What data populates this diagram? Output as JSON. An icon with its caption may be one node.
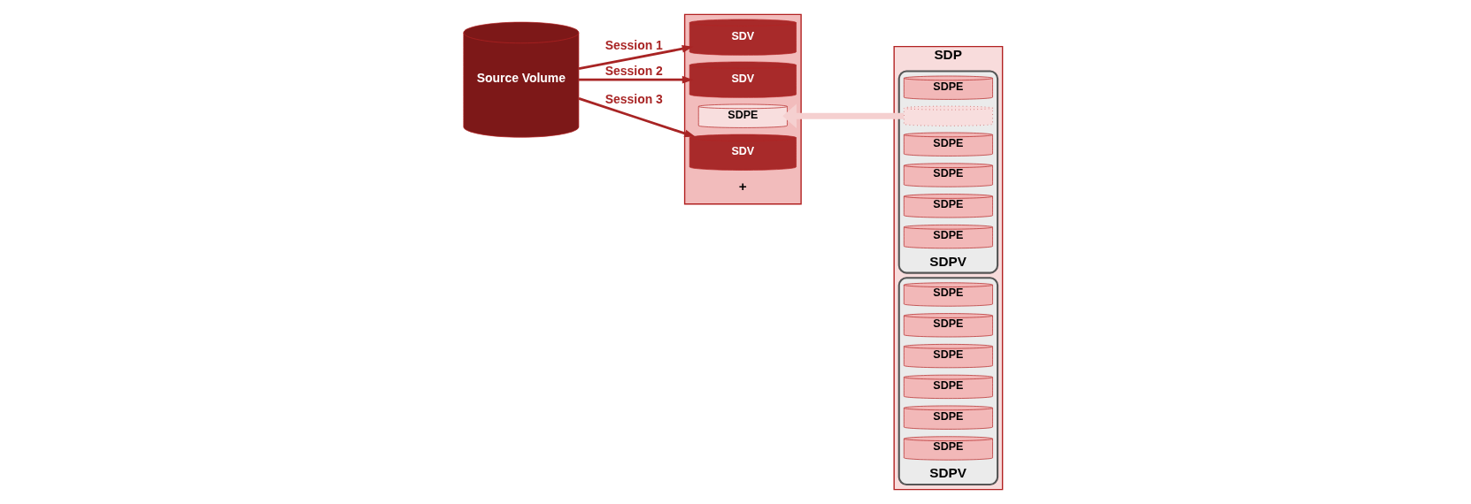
{
  "diagram": {
    "nodes": [
      {
        "text": [
          "Source Volume"
        ]
      },
      {
        "text": [],
        "shape": "box"
      },
      {
        "text": [
          "SDV"
        ],
        "in": 1
      },
      {
        "text": [
          "SDV"
        ],
        "in": 1
      },
      {
        "text": [
          "SDPE"
        ],
        "in": 1
      },
      {
        "text": [
          "SDV"
        ],
        "in": 1
      },
      {
        "text": [
          "SDP"
        ]
      },
      {
        "text": [
          "SDPV"
        ],
        "in": 6
      },
      {
        "text": [
          "SDPE"
        ],
        "in": 7
      },
      {
        "text": [],
        "shape": "cylinder",
        "in": 7
      },
      {
        "text": [
          "SDPE"
        ],
        "in": 7
      },
      {
        "text": [
          "SDPE"
        ],
        "in": 7
      },
      {
        "text": [
          "SDPE"
        ],
        "in": 7
      },
      {
        "text": [
          "SDPE"
        ],
        "in": 7
      },
      {
        "text": [
          "SDPV"
        ],
        "in": 6
      },
      {
        "text": [
          "SDPE"
        ],
        "in": 14
      },
      {
        "text": [
          "SDPE"
        ],
        "in": 14
      },
      {
        "text": [
          "SDPE"
        ],
        "in": 14
      },
      {
        "text": [
          "SDPE"
        ],
        "in": 14
      },
      {
        "text": [
          "SDPE"
        ],
        "in": 14
      },
      {
        "text": [
          "SDPE"
        ],
        "in": 14
      }
    ],
    "edges": [
      {
        "from": 0,
        "to": 2,
        "arrow": "to",
        "label": "Session 1"
      },
      {
        "from": 0,
        "to": 3,
        "arrow": "to",
        "label": "Session 2"
      },
      {
        "from": 0,
        "to": 5,
        "arrow": "to",
        "label": "Session 3"
      },
      {
        "from": 9,
        "to": 4,
        "arrow": "to",
        "style": "thick",
        "color": "#f5d0d0"
      }
    ],
    "labels": [
      "+"
    ]
  }
}
